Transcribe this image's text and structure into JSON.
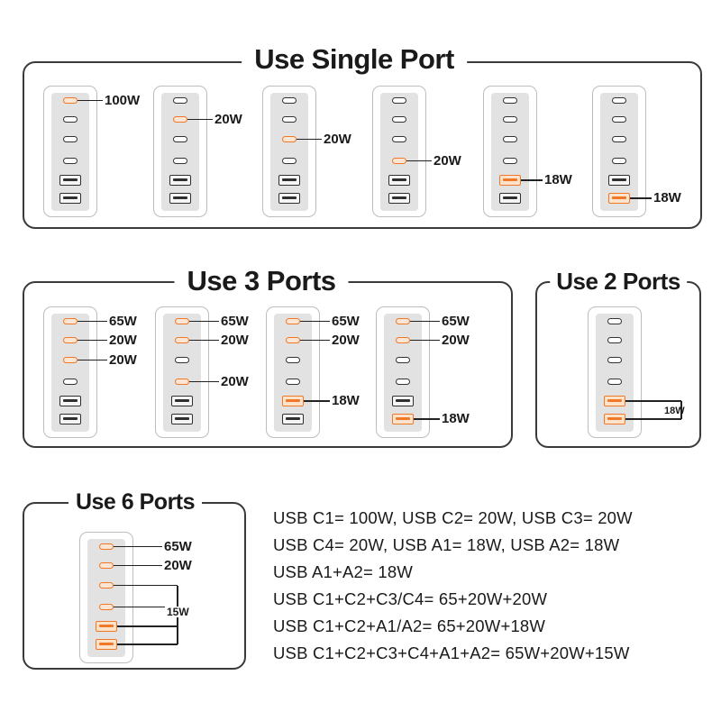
{
  "sections": {
    "single": {
      "title": "Use Single Port",
      "chargers": [
        {
          "labels": [
            "100W"
          ]
        },
        {
          "labels": [
            "20W"
          ]
        },
        {
          "labels": [
            "20W"
          ]
        },
        {
          "labels": [
            "20W"
          ]
        },
        {
          "labels": [
            "18W"
          ]
        },
        {
          "labels": [
            "18W"
          ]
        }
      ]
    },
    "three": {
      "title": "Use 3 Ports",
      "chargers": [
        {
          "labels": [
            "65W",
            "20W",
            "20W"
          ]
        },
        {
          "labels": [
            "65W",
            "20W",
            "20W"
          ]
        },
        {
          "labels": [
            "65W",
            "20W",
            "18W"
          ]
        },
        {
          "labels": [
            "65W",
            "20W",
            "18W"
          ]
        }
      ]
    },
    "two": {
      "title": "Use 2 Ports",
      "labels": [
        "18W"
      ]
    },
    "six": {
      "title": "Use 6 Ports",
      "labels": [
        "65W",
        "20W",
        "15W"
      ]
    }
  },
  "summary": [
    "USB C1= 100W,  USB C2= 20W,  USB C3= 20W",
    "USB C4= 20W,  USB A1= 18W,  USB A2= 18W",
    "USB A1+A2= 18W",
    "USB C1+C2+C3/C4= 65+20W+20W",
    "USB C1+C2+A1/A2= 65+20W+18W",
    "USB C1+C2+C3+C4+A1+A2= 65W+20W+15W"
  ],
  "colors": {
    "accent": "#f07826",
    "border": "#3a3a3a",
    "port": "#333333"
  },
  "icons": [
    "usb-c-port-icon",
    "usb-a-port-icon",
    "charger-icon"
  ]
}
